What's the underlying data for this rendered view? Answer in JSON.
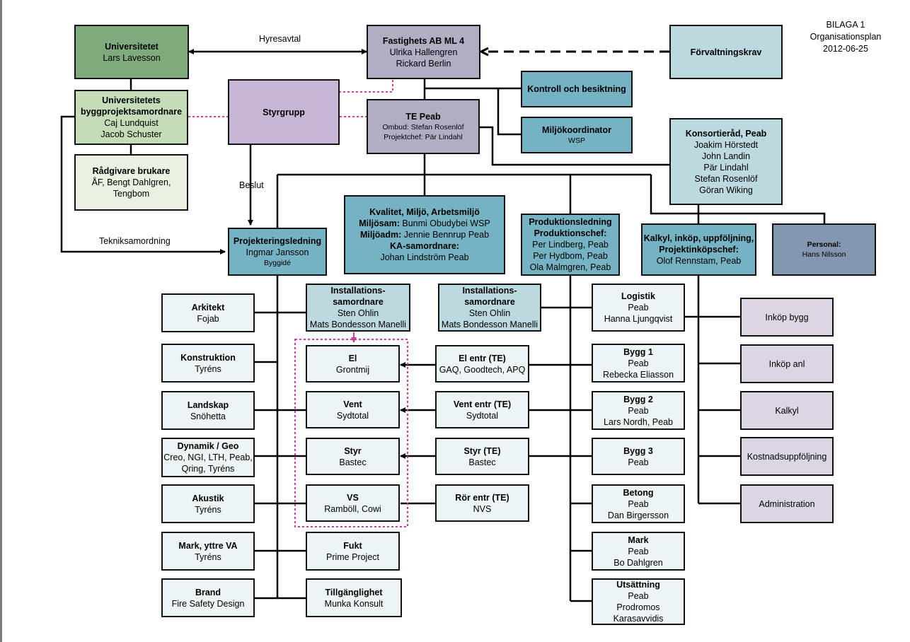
{
  "header": {
    "line1": "BILAGA 1",
    "line2": "Organisationsplan",
    "line3": "2012-06-25"
  },
  "labels": {
    "hyresavtal": "Hyresavtal",
    "beslut": "Beslut",
    "tekniksamordning": "Tekniksamordning"
  },
  "boxes": {
    "universitetet": {
      "title": "Universitetet",
      "l1": "Lars Lavesson"
    },
    "fastighets": {
      "title": "Fastighets AB ML 4",
      "l1": "Ulrika Hallengren",
      "l2": "Rickard Berlin"
    },
    "forvaltningskrav": {
      "title": "Förvaltningskrav"
    },
    "byggsamordnare": {
      "title1": "Universitetets",
      "title2": "byggprojektsamordnare",
      "l1": "Caj Lundquist",
      "l2": "Jacob Schuster"
    },
    "styrgrupp": {
      "title": "Styrgrupp"
    },
    "tepeab": {
      "title": "TE Peab",
      "l1": "Ombud: Stefan Rosenlöf",
      "l2": "Projektchef: Pär Lindahl"
    },
    "kontroll": {
      "title": "Kontroll och besiktning"
    },
    "miljokoord": {
      "title": "Miljökoordinator",
      "l1": "WSP"
    },
    "konsortierad": {
      "title": "Konsortieråd, Peab",
      "l1": "Joakim Hörstedt",
      "l2": "John Landin",
      "l3": "Pär Lindahl",
      "l4": "Stefan Rosenlöf",
      "l5": "Göran Wiking"
    },
    "radgivare": {
      "title": "Rådgivare brukare",
      "l1": "ÅF, Bengt Dahlgren,",
      "l2": "Tengbom"
    },
    "kvalitet": {
      "title": "Kvalitet, Miljö, Arbetsmiljö",
      "l1b": "Miljösam:",
      "l1": " Bunmi Obudybei WSP",
      "l2b": "Miljöadm:",
      "l2": " Jennie Bennrup Peab",
      "l3": "KA-samordnare:",
      "l4": "Johan Lindström Peab"
    },
    "produktion": {
      "title1": "Produktionsledning",
      "title2": "Produktionschef:",
      "l1": "Per Lindberg, Peab",
      "l2": "Per Hydbom, Peab",
      "l3": "Ola Malmgren, Peab"
    },
    "kalkyl": {
      "title1": "Kalkyl, inköp, uppföljning,",
      "title2": "Projektinköpschef:",
      "l1": "Olof Rennstam, Peab"
    },
    "personal": {
      "title": "Personal:",
      "l1": "Hans Nilsson"
    },
    "projektering": {
      "title": "Projekteringsledning",
      "l1": "Ingmar Jansson",
      "l2": "Byggidé"
    },
    "install1": {
      "title1": "Installations-",
      "title2": "samordnare",
      "l1": "Sten Ohlin",
      "l2": "Mats Bondesson Manelli"
    },
    "install2": {
      "title1": "Installations-",
      "title2": "samordnare",
      "l1": "Sten Ohlin",
      "l2": "Mats Bondesson Manelli"
    },
    "arkitekt": {
      "title": "Arkitekt",
      "l1": "Fojab"
    },
    "konstruktion": {
      "title": "Konstruktion",
      "l1": "Tyréns"
    },
    "landskap": {
      "title": "Landskap",
      "l1": "Snöhetta"
    },
    "dynamik": {
      "title": "Dynamik / Geo",
      "l1": "Creo, NGI, LTH, Peab,",
      "l2": "Qring, Tyréns"
    },
    "akustik": {
      "title": "Akustik",
      "l1": "Tyréns"
    },
    "mark_va": {
      "title": "Mark, yttre VA",
      "l1": "Tyréns"
    },
    "brand": {
      "title": "Brand",
      "l1": "Fire Safety Design"
    },
    "el": {
      "title": "El",
      "l1": "Grontmij"
    },
    "vent": {
      "title": "Vent",
      "l1": "Sydtotal"
    },
    "styr": {
      "title": "Styr",
      "l1": "Bastec"
    },
    "vs": {
      "title": "VS",
      "l1": "Ramböll, Cowi"
    },
    "fukt": {
      "title": "Fukt",
      "l1": "Prime Project"
    },
    "tillganglighet": {
      "title": "Tillgänglighet",
      "l1": "Munka Konsult"
    },
    "el_entr": {
      "title": "El entr (TE)",
      "l1": "GAQ, Goodtech, APQ"
    },
    "vent_entr": {
      "title": "Vent entr (TE)",
      "l1": "Sydtotal"
    },
    "styr_te": {
      "title": "Styr (TE)",
      "l1": "Bastec"
    },
    "ror_entr": {
      "title": "Rör entr (TE)",
      "l1": "NVS"
    },
    "logistik": {
      "title": "Logistik",
      "l1": "Peab",
      "l2": "Hanna Ljungqvist"
    },
    "bygg1": {
      "title": "Bygg 1",
      "l1": "Peab",
      "l2": "Rebecka Eliasson"
    },
    "bygg2": {
      "title": "Bygg 2",
      "l1": "Peab",
      "l2": "Lars Nordh, Peab"
    },
    "bygg3": {
      "title": "Bygg 3",
      "l1": "Peab"
    },
    "betong": {
      "title": "Betong",
      "l1": "Peab",
      "l2": "Dan Birgersson"
    },
    "mark": {
      "title": "Mark",
      "l1": "Peab",
      "l2": "Bo Dahlgren"
    },
    "utsattning": {
      "title": "Utsättning",
      "l1": "Peab",
      "l2": "Prodromos",
      "l3": "Karasavvidis"
    },
    "inkop_bygg": {
      "title": "Inköp bygg"
    },
    "inkop_anl": {
      "title": "Inköp anl"
    },
    "kalkyl2": {
      "title": "Kalkyl"
    },
    "kostnad": {
      "title": "Kostnadsuppföljning"
    },
    "administration": {
      "title": "Administration"
    }
  },
  "colors": {
    "line": "#000000",
    "dotted": "#d63a9e"
  }
}
